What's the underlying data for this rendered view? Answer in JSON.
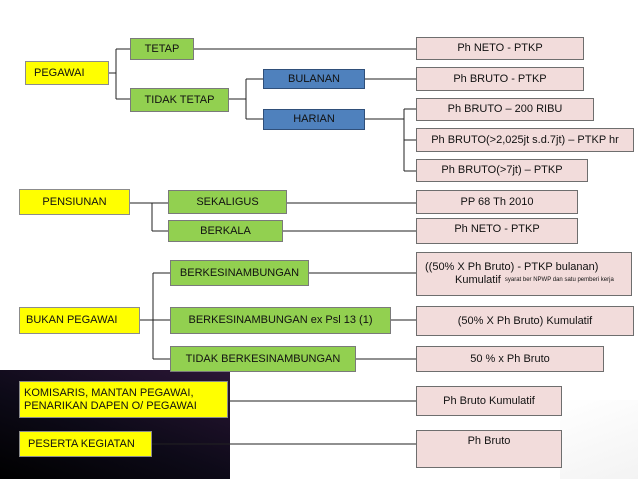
{
  "nodes": {
    "pegawai": "PEGAWAI",
    "tetap": "TETAP",
    "tidak_tetap": "TIDAK TETAP",
    "bulanan": "BULANAN",
    "harian": "HARIAN",
    "pensiunan": "PENSIUNAN",
    "sekaligus": "SEKALIGUS",
    "berkala": "BERKALA",
    "bukan_pegawai": "BUKAN PEGAWAI",
    "berkesinambungan": "BERKESINAMBUNGAN",
    "berkesinambungan_ex": "BERKESINAMBUNGAN ex Psl 13 (1)",
    "tidak_berkesinambungan": "TIDAK BERKESINAMBUNGAN",
    "komisaris_line1": "KOMISARIS, MANTAN PEGAWAI,",
    "komisaris_line2": "PENARIKAN DAPEN O/ PEGAWAI",
    "peserta": "PESERTA KEGIATAN"
  },
  "results": {
    "tetap": "Ph NETO - PTKP",
    "bulanan": "Ph BRUTO - PTKP",
    "harian_1": "Ph BRUTO – 200 RIBU",
    "harian_2": "Ph BRUTO(>2,025jt s.d.7jt) – PTKP hr",
    "harian_3": "Ph BRUTO(>7jt) – PTKP",
    "sekaligus": "PP 68 Th 2010",
    "berkala": "Ph NETO - PTKP",
    "berkesinambungan_line1": "((50% X Ph Bruto) - PTKP bulanan)",
    "berkesinambungan_line2": "Kumulatif",
    "berkesinambungan_note": "syarat ber NPWP dan satu pemberi kerja",
    "berkesinambungan_ex": "(50% X Ph Bruto) Kumulatif",
    "tidak_berkesinambungan": "50 % x Ph Bruto",
    "komisaris": "Ph Bruto Kumulatif",
    "peserta": "Ph Bruto"
  },
  "colors": {
    "yellow": "#ffff00",
    "green": "#92d050",
    "blue": "#4f81bd",
    "pink": "#f2dcdb"
  }
}
